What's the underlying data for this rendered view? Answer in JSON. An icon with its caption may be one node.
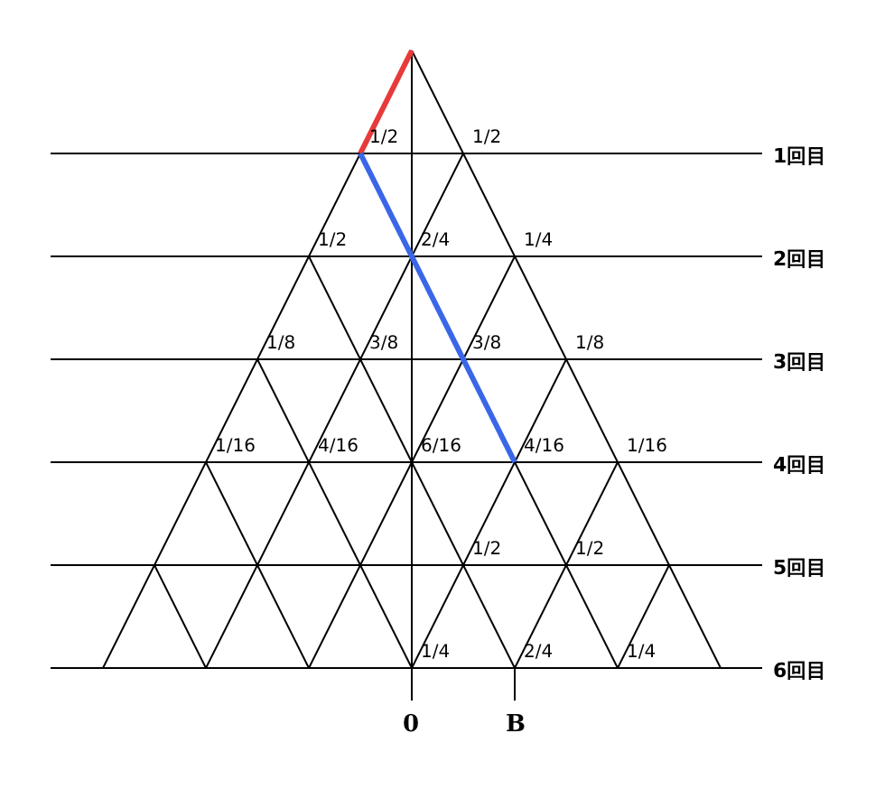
{
  "diagram": {
    "labels": [
      "1/2",
      "1/2",
      "1回目",
      "1/2",
      "2/4",
      "1/4",
      "2回目",
      "1/8",
      "3/8",
      "3/8",
      "1/8",
      "3回目",
      "1/16",
      "4/16",
      "6/16",
      "4/16",
      "1/16",
      "4回目",
      "1/2",
      "1/2",
      "5回目",
      "1/4",
      "2/4",
      "1/4",
      "6回目",
      "0",
      "B"
    ]
  }
}
